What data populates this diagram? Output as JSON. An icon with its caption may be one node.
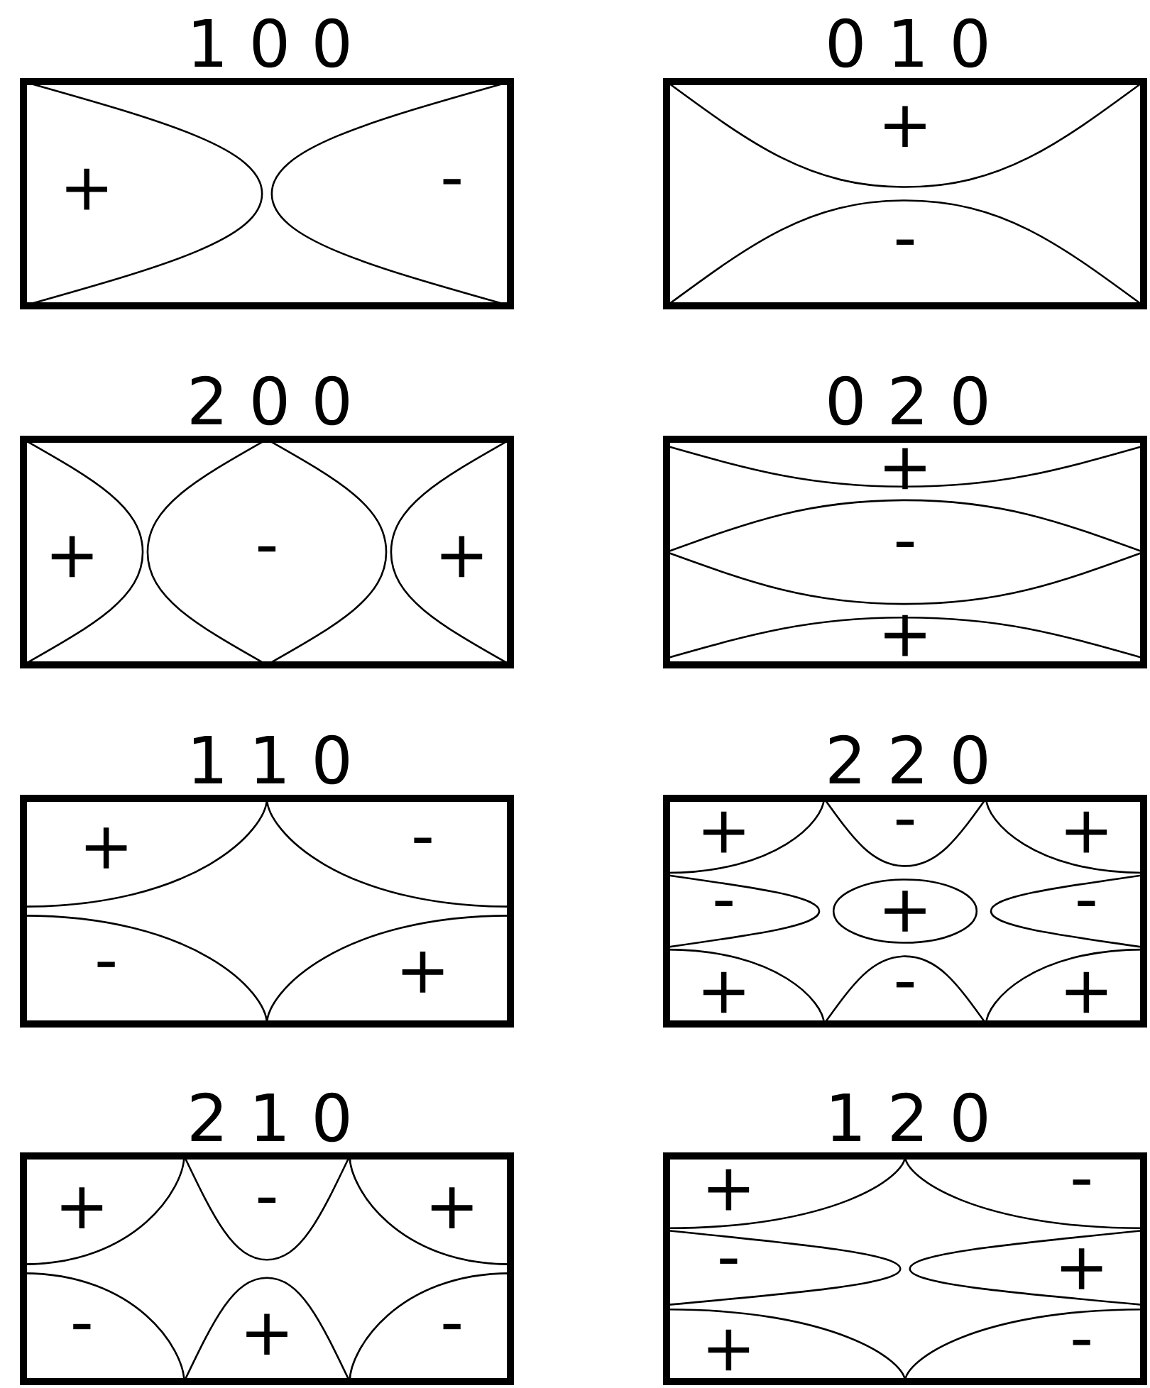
{
  "diagram": {
    "nodes": [
      {
        "text": [
          "1 0 0",
          "+",
          "-"
        ]
      },
      {
        "text": [
          "0 1 0",
          "+",
          "-"
        ]
      },
      {
        "text": [
          "2 0 0",
          "+",
          "-",
          "+"
        ]
      },
      {
        "text": [
          "0 2 0",
          "+",
          "-",
          "+"
        ]
      },
      {
        "text": [
          "1 1 0",
          "+",
          "-",
          "-",
          "+"
        ]
      },
      {
        "text": [
          "2 2 0",
          "+",
          "-",
          "+",
          "-",
          "+",
          "-",
          "+",
          "-",
          "+"
        ]
      },
      {
        "text": [
          "2 1 0",
          "+",
          "-",
          "+",
          "-",
          "+",
          "-"
        ]
      },
      {
        "text": [
          "1 2 0",
          "+",
          "-",
          "-",
          "+",
          "+",
          "-"
        ]
      }
    ]
  }
}
